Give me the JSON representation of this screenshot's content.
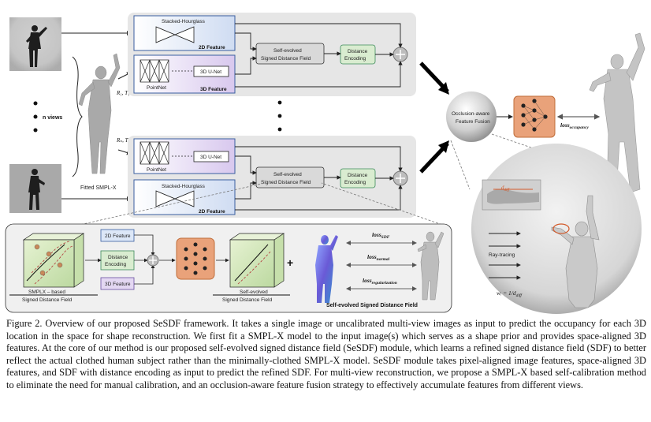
{
  "figure": {
    "input_labels": {
      "n_views": "n views",
      "fitted_smplx": "Fitted SMPL-X"
    },
    "camera_params": {
      "first": "R₁, T₁",
      "last": "Rₙ, Tₙ"
    },
    "branch_top": {
      "hourglass": "Stacked-Hourglass",
      "feature_2d": "2D Feature",
      "unet": "3D U-Net",
      "pointnet": "PointNet",
      "feature_3d": "3D Feature",
      "sesdf_line1": "Self-evolved",
      "sesdf_line2": "Signed Distance Field",
      "dist_enc_line1": "Distance",
      "dist_enc_line2": "Encoding"
    },
    "branch_bottom": {
      "unet": "3D U-Net",
      "pointnet": "PointNet",
      "hourglass": "Stacked-Hourglass",
      "feature_2d": "2D Feature",
      "sesdf_line1": "Self-evolved",
      "sesdf_line2": "Signed Distance Field",
      "dist_enc_line1": "Distance",
      "dist_enc_line2": "Encoding"
    },
    "fusion": {
      "line1": "Occlusion-aware",
      "line2": "Feature Fusion"
    },
    "loss_occupancy": "loss",
    "loss_occupancy_sub": "occupancy",
    "detail_panel": {
      "feature_2d": "2D Feature",
      "dist_enc_line1": "Distance",
      "dist_enc_line2": "Encoding",
      "feature_3d": "3D Feature",
      "left_caption_line1": "SMPLX – based",
      "left_caption_line2": "Signed Distance Field",
      "right_caption_line1": "Self-evolved",
      "right_caption_line2": "Signed Distance Field",
      "loss_sdf": "loss",
      "loss_sdf_sub": "SDF",
      "loss_normal": "loss",
      "loss_normal_sub": "normal",
      "loss_reg": "loss",
      "loss_reg_sub": "regularization",
      "module_title": "Self-evolved Signed Distance Field"
    },
    "raytrace": {
      "d_diff": "d",
      "d_diff_sub": "diff",
      "label": "Ray-tracing",
      "weight": "wᵢ = 1/d",
      "weight_sub": "diff"
    }
  },
  "caption": {
    "prefix": "Figure 2.",
    "text": "Overview of our proposed SeSDF framework. It takes a single image or uncalibrated multi-view images as input to predict the occupancy for each 3D location in the space for shape reconstruction. We first fit a SMPL-X model to the input image(s) which serves as a shape prior and provides space-aligned 3D features. At the core of our method is our proposed self-evolved signed distance field (SeSDF) module, which learns a refined signed distance field (SDF) to better reflect the actual clothed human subject rather than the minimally-clothed SMPL-X model. SeSDF module takes pixel-aligned image features, space-aligned 3D features, and SDF with distance encoding as input to predict the refined SDF. For multi-view reconstruction, we propose a SMPL-X based self-calibration method to eliminate the need for manual calibration, and an occlusion-aware feature fusion strategy to effectively accumulate features from different views."
  },
  "colors": {
    "panel_gray": "#e6e6e6",
    "feature_2d_blue": "#dce7f7",
    "feature_3d_purple": "#e3d7f2",
    "sesdf_gray": "#dadada",
    "dist_enc_green": "#d9ecd0",
    "mlp_orange": "#e9a27a",
    "detail_bg": "#f0f0f0"
  }
}
